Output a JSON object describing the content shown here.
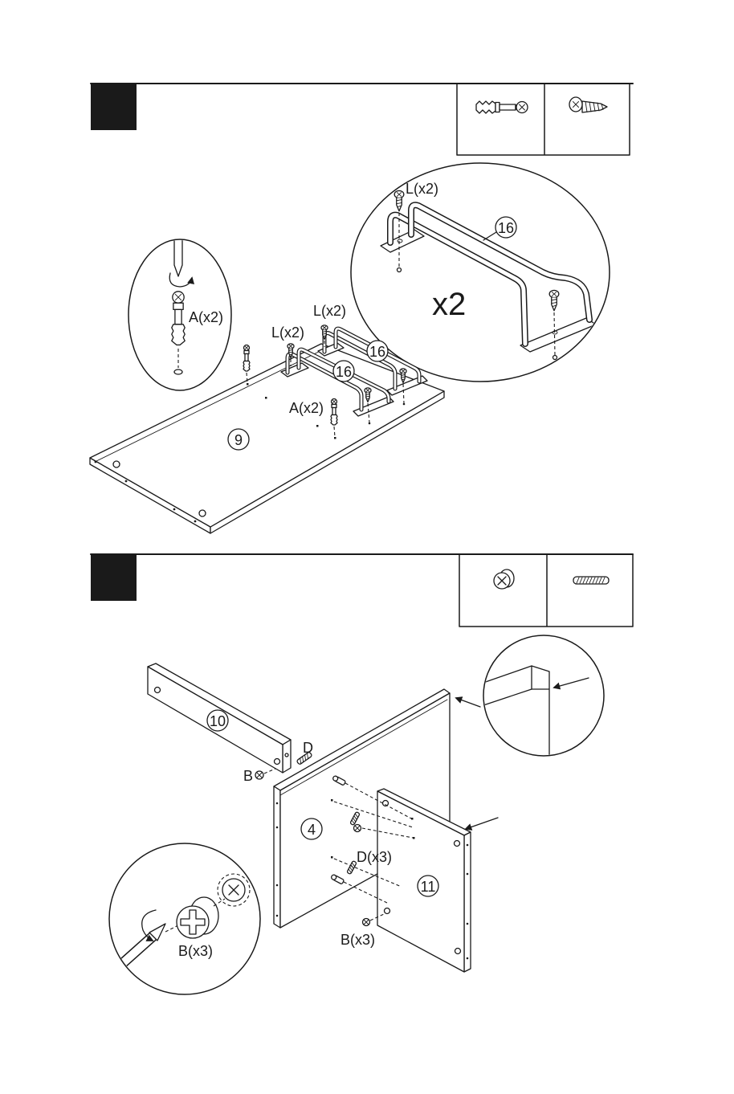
{
  "step_1": {
    "hardware_icons": [
      "cam-bolt-icon",
      "wood-screw-icon"
    ],
    "detail_bracket": {
      "screw_label": "L(x2)",
      "part_number": "16",
      "quantity": "x2"
    },
    "detail_cam_bolt": {
      "bolt_label": "A(x2)"
    },
    "assembly": {
      "screw_label_rear": "L(x2)",
      "screw_label_front": "L(x2)",
      "part_number_rear": "16",
      "part_number_front": "16",
      "bolt_label": "A(x2)",
      "panel_number": "9"
    }
  },
  "step_2": {
    "hardware_icons": [
      "cam-lock-icon",
      "wooden-dowel-icon"
    ],
    "assembly": {
      "panel_10_number": "10",
      "dowel_label": "D",
      "cam_label": "B",
      "panel_4_number": "4",
      "dowels_label": "D(x3)",
      "panel_11_number": "11",
      "cams_label": "B(x3)"
    },
    "detail_cam_lock": {
      "cam_label": "B(x3)"
    }
  },
  "colors": {
    "ink": "#1a1a1a",
    "paper": "#ffffff"
  }
}
